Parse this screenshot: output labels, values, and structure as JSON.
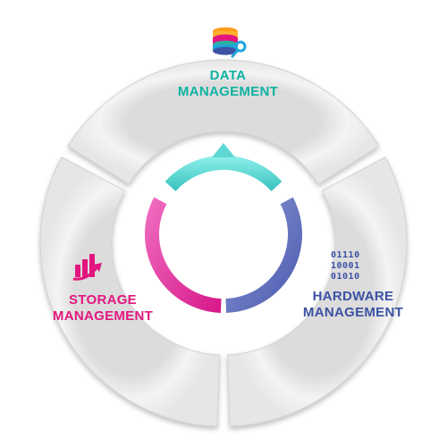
{
  "segments": [
    {
      "id": "data",
      "title_line1": "DATA",
      "title_line2": "MANAGEMENT",
      "color": "#0fb3a2",
      "icon": "database-key-icon"
    },
    {
      "id": "hardware",
      "title_line1": "HARDWARE",
      "title_line2": "MANAGEMENT",
      "color": "#3c52a3",
      "icon": "binary-code-icon",
      "binary_lines": [
        "01110",
        "10001",
        "01010"
      ]
    },
    {
      "id": "storage",
      "title_line1": "STORAGE",
      "title_line2": "MANAGEMENT",
      "color": "#e3167f",
      "icon": "bar-chart-growth-icon"
    }
  ],
  "inner_ring_colors": {
    "teal": "#5fd8d4",
    "blue": "#6a78c4",
    "pink": "#e63ba6"
  }
}
